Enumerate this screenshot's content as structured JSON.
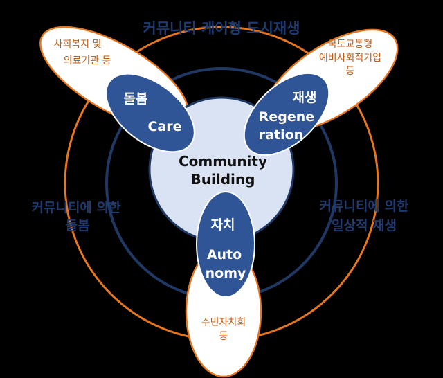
{
  "title": "커뮤니티 케어형 도시재생",
  "center": {
    "line1": "Community",
    "line2": "Building"
  },
  "petals": {
    "care": {
      "korean": "돌봄",
      "english": "Care"
    },
    "regeneration": {
      "korean": "재생",
      "english_line1": "Regene",
      "english_line2": "ration"
    },
    "autonomy": {
      "korean": "자치",
      "english_line1": "Auto",
      "english_line2": "nomy"
    }
  },
  "outer_labels": {
    "welfare": {
      "line1": "사회복지 및",
      "line2": "의료기관 등"
    },
    "transport": {
      "line1": "국토교통형",
      "line2": "예비사회적기업",
      "line3": "등"
    },
    "residents": {
      "line1": "주민자치회",
      "line2": "등"
    }
  },
  "side_labels": {
    "left": {
      "line1": "커뮤니티에 의한",
      "line2": "돌봄"
    },
    "right": {
      "line1": "커뮤니티에 의한",
      "line2": "일상적 재생"
    }
  },
  "colors": {
    "background": "#000000",
    "orange": "#E6761E",
    "navy": "#1F3864",
    "petal": "#2F5597",
    "center_fill": "#DAE3F3",
    "title_text": "#1F3A6E"
  }
}
